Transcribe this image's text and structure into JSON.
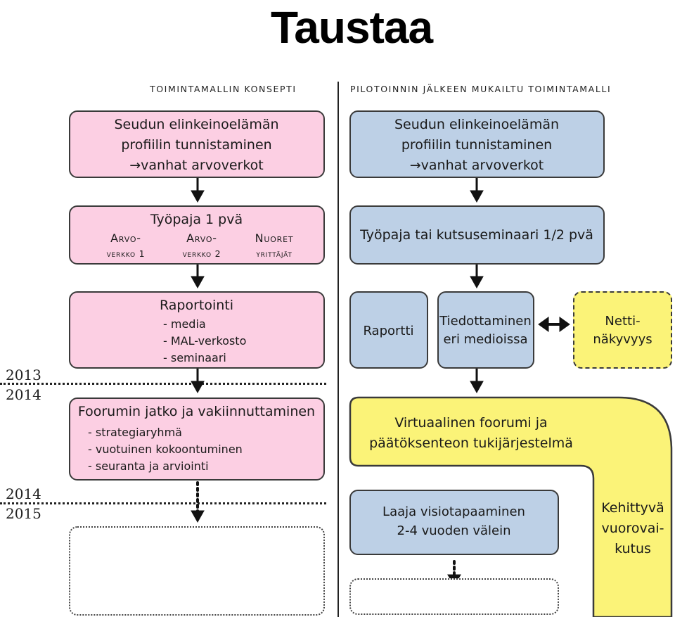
{
  "title": "Taustaa",
  "left_header": "TOIMINTAMALLIN KONSEPTI",
  "right_header": "PILOTOINNIN JÄLKEEN MUKAILTU TOIMINTAMALLI",
  "years": {
    "y2013a": "2013",
    "y2014a": "2014",
    "y2014b": "2014",
    "y2015": "2015"
  },
  "left": {
    "box1": {
      "line1": "Seudun elinkeinoelämän",
      "line2": "profiilin tunnistaminen",
      "line3": "→vanhat arvoverkot"
    },
    "box2": {
      "title": "Työpaja 1 pvä",
      "col1_a": "Arvo-",
      "col1_b": "verkko 1",
      "col2_a": "Arvo-",
      "col2_b": "verkko 2",
      "col3_a": "Nuoret",
      "col3_b": "yrittäjät"
    },
    "box3": {
      "title": "Raportointi",
      "item1": "- media",
      "item2": "- MAL-verkosto",
      "item3": "- seminaari"
    },
    "box4": {
      "title": "Foorumin jatko ja vakiinnuttaminen",
      "item1": "- strategiaryhmä",
      "item2": "- vuotuinen kokoontuminen",
      "item3": "- seuranta ja arviointi"
    }
  },
  "right": {
    "box1": {
      "line1": "Seudun elinkeinoelämän",
      "line2": "profiilin tunnistaminen",
      "line3": "→vanhat arvoverkot"
    },
    "box2": {
      "label": "Työpaja tai kutsuseminaari 1/2 pvä"
    },
    "raportti": "Raportti",
    "tiedottaminen": {
      "line1": "Tiedottaminen",
      "line2": "eri medioissa"
    },
    "netti": {
      "line1": "Netti-",
      "line2": "näkyvyys"
    },
    "virtual": {
      "line1": "Virtuaalinen foorumi ja",
      "line2": "päätöksenteon tukijärjestelmä"
    },
    "kehittyva": {
      "line1": "Kehittyvä",
      "line2": "vuorovai-",
      "line3": "kutus"
    },
    "laaja": {
      "line1": "Laaja visiotapaaminen",
      "line2": "2-4 vuoden välein"
    }
  }
}
